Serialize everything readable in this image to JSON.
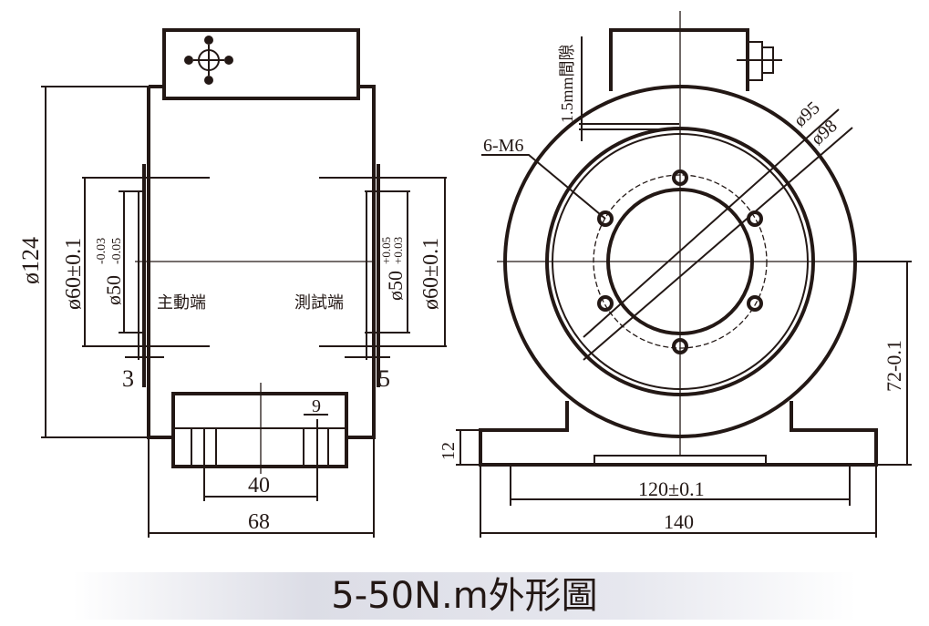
{
  "title": "5-50N.m外形圖",
  "side_view": {
    "dia_124": "ø124",
    "dia_60_left": "ø60±0.1",
    "dia_50_left": "ø50",
    "tol_left_upper": "-0.03",
    "tol_left_lower": "-0.05",
    "driving_end": "主動端",
    "test_end": "測試端",
    "dia_50_right": "ø50",
    "tol_right_upper": "+0.05",
    "tol_right_lower": "+0.03",
    "dia_60_right": "ø60±0.1",
    "dim_3": "3",
    "dim_5": "5",
    "dim_9": "9",
    "dim_40": "40",
    "dim_68": "68"
  },
  "front_view": {
    "gap": "1.5mm間隙",
    "holes": "6-M6",
    "dia_95": "ø95",
    "dia_98": "ø98",
    "height_72": "72-0.1",
    "dim_12": "12",
    "dim_120": "120±0.1",
    "dim_140": "140"
  }
}
